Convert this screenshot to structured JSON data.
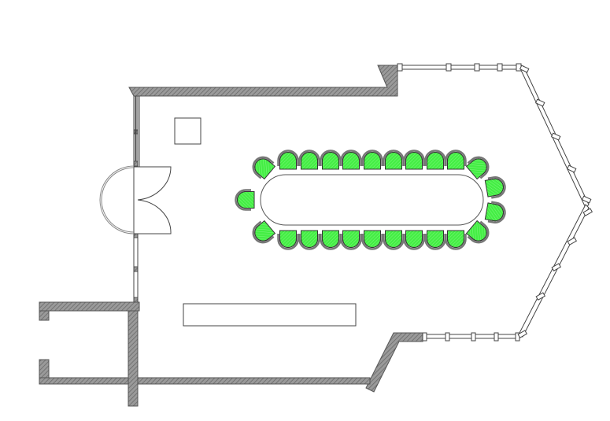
{
  "plan": {
    "colors": {
      "wall_fill": "#8a8a8a",
      "wall_stroke": "#555555",
      "line": "#444444",
      "chair_seat": "#44ee44",
      "chair_back": "#777777"
    },
    "chairs": {
      "top_row_count": 9,
      "bottom_row_count": 9,
      "left_end_count": 3,
      "right_end_count": 4
    }
  }
}
